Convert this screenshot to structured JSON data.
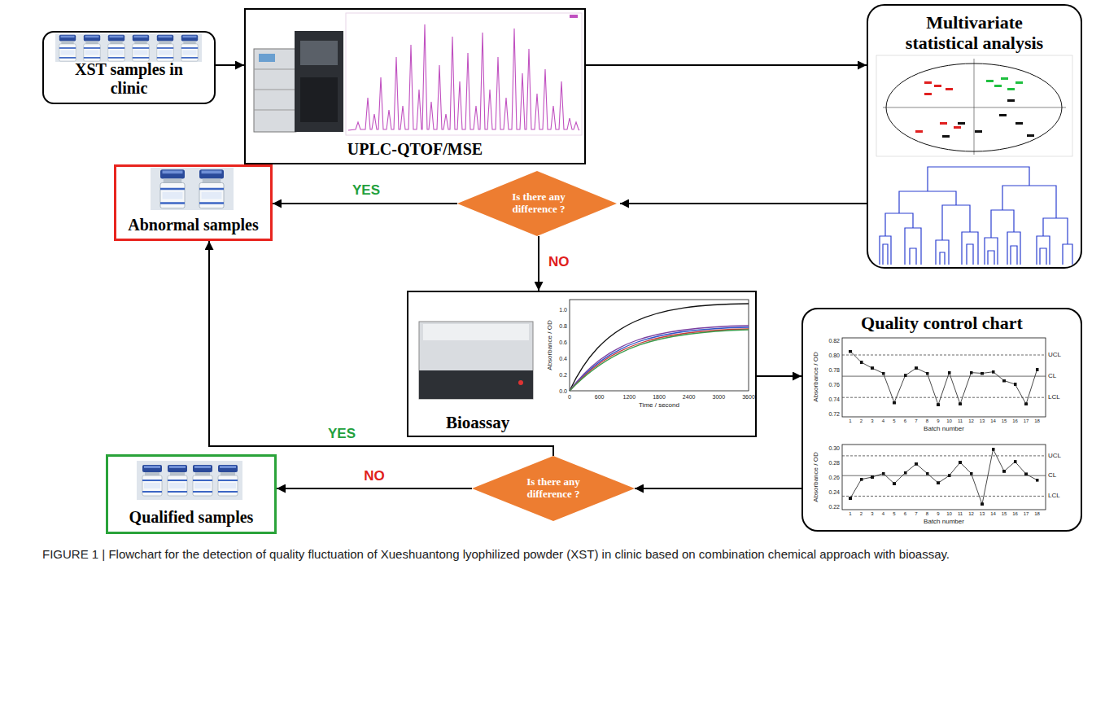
{
  "diagram": {
    "caption": "FIGURE 1 | Flowchart for the detection of quality fluctuation of Xueshuantong lyophilized powder (XST) in clinic based on combination chemical approach with bioassay.",
    "nodes": [
      {
        "text": [
          "XST samples in clinic"
        ]
      },
      {
        "text": [
          "UPLC-QTOF/MSE"
        ]
      },
      {
        "text": [
          "Multivariate statistical analysis"
        ]
      },
      {
        "text": [
          "Is there any difference ?"
        ]
      },
      {
        "text": [
          "Abnormal samples"
        ]
      },
      {
        "text": [
          "Bioassay"
        ]
      },
      {
        "text": [
          "Quality control chart"
        ]
      },
      {
        "text": [
          "Is there any difference ?"
        ]
      },
      {
        "text": [
          "Qualified samples"
        ]
      }
    ],
    "edges": [
      {
        "from": 0,
        "to": 1,
        "arrow": "to"
      },
      {
        "from": 1,
        "to": 2,
        "arrow": "to"
      },
      {
        "from": 2,
        "to": 3,
        "arrow": "to"
      },
      {
        "from": 3,
        "to": 4,
        "label": "YES",
        "arrow": "to"
      },
      {
        "from": 3,
        "to": 5,
        "label": "NO",
        "arrow": "to"
      },
      {
        "from": 5,
        "to": 6,
        "arrow": "to"
      },
      {
        "from": 6,
        "to": 7,
        "arrow": "to"
      },
      {
        "from": 7,
        "to": 8,
        "label": "NO",
        "arrow": "to"
      },
      {
        "from": 7,
        "to": 4,
        "label": "YES",
        "arrow": "to"
      }
    ],
    "labels": [
      "Absorbance / OD",
      "Time / second",
      "0.0",
      "0.2",
      "0.4",
      "0.6",
      "0.8",
      "1.0",
      "0",
      "600",
      "1200",
      "1800",
      "2400",
      "3000",
      "3600",
      "0.82",
      "0.80",
      "0.78",
      "0.76",
      "0.74",
      "0.72",
      "UCL",
      "CL",
      "LCL",
      "Absorbance / OD",
      "Batch number",
      "1",
      "2",
      "3",
      "4",
      "5",
      "6",
      "7",
      "8",
      "9",
      "10",
      "11",
      "12",
      "13",
      "14",
      "15",
      "16",
      "17",
      "18",
      "0.30",
      "0.28",
      "0.26",
      "0.24",
      "0.22",
      "UCL",
      "CL",
      "LCL",
      "Absorbance / OD",
      "Batch number",
      "1",
      "2",
      "3",
      "4",
      "5",
      "6",
      "7",
      "8",
      "9",
      "10",
      "11",
      "12",
      "13",
      "14",
      "15",
      "16",
      "17",
      "18"
    ]
  }
}
